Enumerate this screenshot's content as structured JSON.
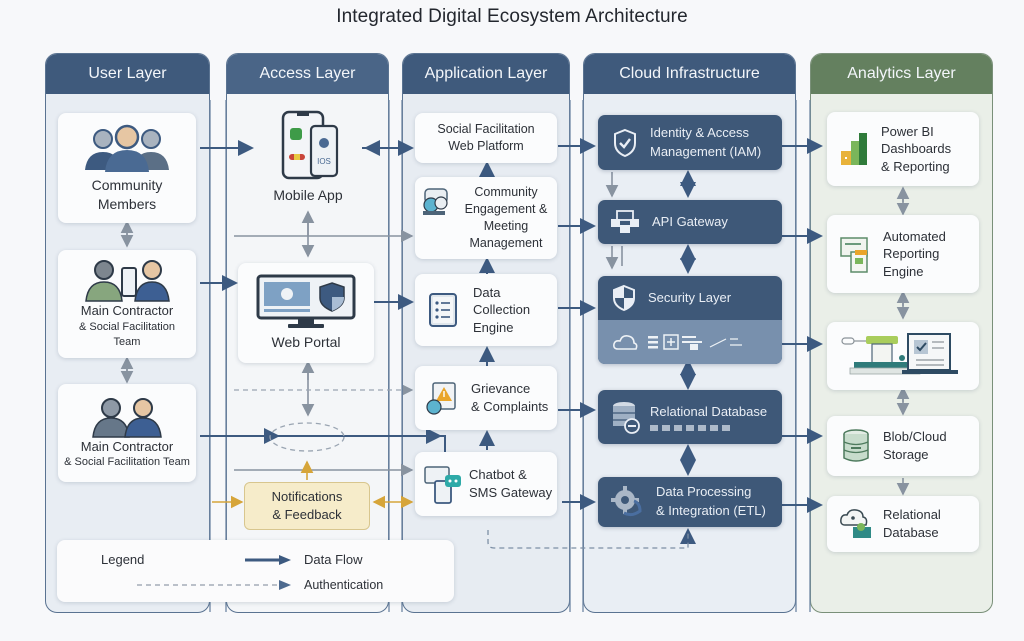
{
  "title": "Integrated Digital Ecosystem Architecture",
  "colors": {
    "header_blue": "#3f5a7c",
    "header_green": "#64805f",
    "dark_box": "#3e5878",
    "notification_fill": "#f6ecca",
    "auth_arrow": "#9aa5b2",
    "notify_arrow": "#d6a53a"
  },
  "columns": [
    {
      "label": "User Layer"
    },
    {
      "label": "Access Layer"
    },
    {
      "label": "Application Layer"
    },
    {
      "label": "Cloud Infrastructure"
    },
    {
      "label": "Analytics Layer"
    }
  ],
  "user_layer": [
    {
      "title": "Community",
      "title2": "Members",
      "icon": "people-group-icon"
    },
    {
      "title": "Main Contractor",
      "sub": "& Social Facilitation",
      "sub2": "Team",
      "icon": "contractor-team-icon"
    },
    {
      "title": "Main Contractor",
      "sub": "& Social Facilitation Team",
      "icon": "contractor-pair-icon"
    }
  ],
  "access_layer": {
    "mobile": {
      "label": "Mobile App",
      "ios_label": "IOS",
      "icon": "smartphone-icon"
    },
    "web": {
      "label": "Web Portal",
      "icon": "monitor-icon"
    },
    "notifications": {
      "line1": "Notifications",
      "line2": "& Feedback"
    }
  },
  "application_layer": [
    {
      "lines": [
        "Social Facilitation",
        "Web Platform"
      ]
    },
    {
      "lines": [
        "Community",
        "Engagement &",
        "Meeting",
        "Management"
      ],
      "icon": "chat-bubbles-icon"
    },
    {
      "lines": [
        "Data",
        "Collection",
        "Engine"
      ],
      "icon": "checklist-icon"
    },
    {
      "lines": [
        "Grievance",
        "& Complaints"
      ],
      "icon": "warning-document-icon"
    },
    {
      "lines": [
        "Chatbot &",
        "SMS Gateway"
      ],
      "icon": "chatbot-phone-icon"
    }
  ],
  "cloud_layer": [
    {
      "lines": [
        "Identity & Access",
        "Management (IAM)"
      ],
      "icon": "shield-check-icon"
    },
    {
      "lines": [
        "API Gateway"
      ],
      "icon": "api-network-icon"
    },
    {
      "lines": [
        "Security Layer"
      ],
      "icon": "shield-icon"
    },
    {
      "lines": [
        "Relational Database"
      ],
      "icon": "database-icon"
    },
    {
      "lines": [
        "Data Processing",
        "& Integration (ETL)"
      ],
      "icon": "gear-icon"
    }
  ],
  "analytics_layer": [
    {
      "lines": [
        "Power BI",
        "Dashboards",
        "& Reporting"
      ],
      "icon": "powerbi-icon"
    },
    {
      "lines": [
        "Automated",
        "Reporting",
        "Engine"
      ],
      "icon": "report-documents-icon"
    },
    {
      "lines": [],
      "icon": "dashboard-laptop-icon"
    },
    {
      "lines": [
        "Blob/Cloud",
        "Storage"
      ],
      "icon": "storage-cylinder-icon"
    },
    {
      "lines": [
        "Relational",
        "Database"
      ],
      "icon": "cloud-database-icon"
    }
  ],
  "legend": {
    "title": "Legend",
    "items": [
      {
        "label": "Data Flow",
        "style": "solid"
      },
      {
        "label": "Authentication",
        "style": "dashed"
      }
    ]
  }
}
